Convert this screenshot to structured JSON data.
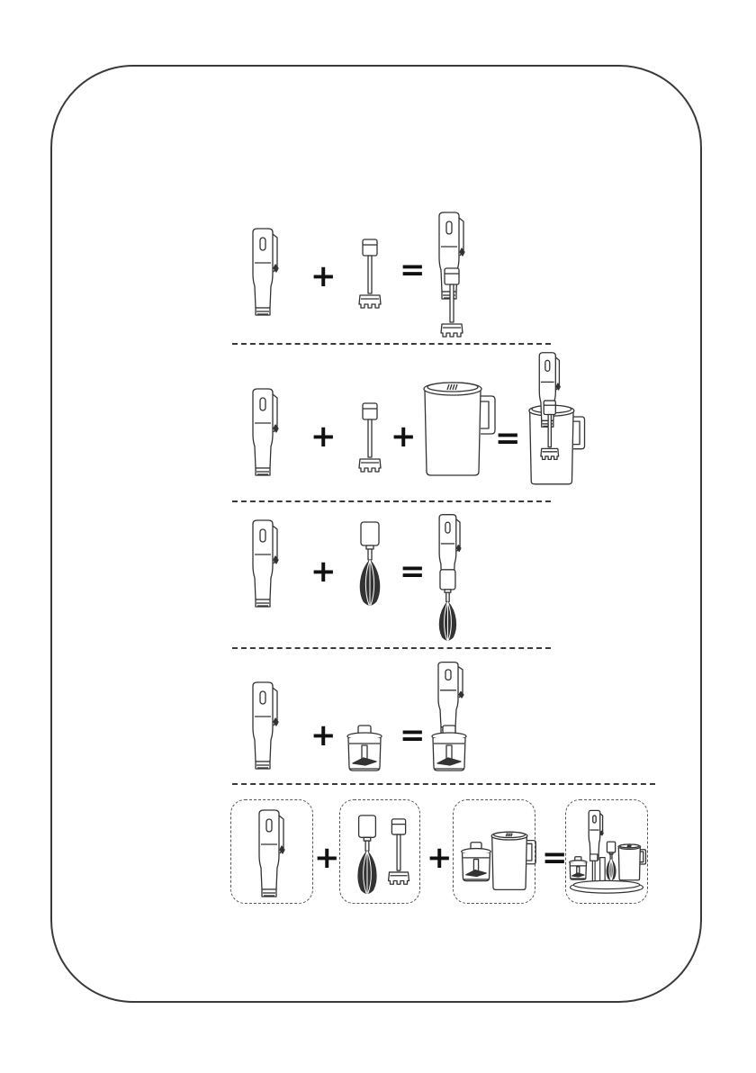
{
  "page": {
    "stroke_color": "#3a3a3a",
    "background": "#ffffff"
  },
  "operators": {
    "plus": "+",
    "equals": "="
  },
  "icons": {
    "motor_unit": "hand-blender-motor-unit-icon",
    "blending_shaft": "blending-shaft-icon",
    "whisk": "whisk-attachment-icon",
    "beaker": "measuring-beaker-icon",
    "chopper": "chopper-bowl-icon",
    "assembled_blender": "assembled-hand-blender-icon",
    "assembled_blender_beaker": "assembled-blender-in-beaker-icon",
    "assembled_whisk": "assembled-hand-mixer-icon",
    "assembled_chopper": "assembled-chopper-icon",
    "full_set": "complete-accessory-set-icon"
  },
  "rows": [
    {
      "id": "blender",
      "components": [
        "motor_unit",
        "blending_shaft"
      ],
      "result": "assembled_blender"
    },
    {
      "id": "beaker",
      "components": [
        "motor_unit",
        "blending_shaft",
        "beaker"
      ],
      "result": "assembled_blender_beaker"
    },
    {
      "id": "whisk",
      "components": [
        "motor_unit",
        "whisk"
      ],
      "result": "assembled_whisk"
    },
    {
      "id": "chopper",
      "components": [
        "motor_unit",
        "chopper"
      ],
      "result": "assembled_chopper"
    },
    {
      "id": "full-set",
      "components": [
        "motor_unit",
        "whisk_and_shaft",
        "chopper_and_beaker"
      ],
      "result": "full_set"
    }
  ]
}
